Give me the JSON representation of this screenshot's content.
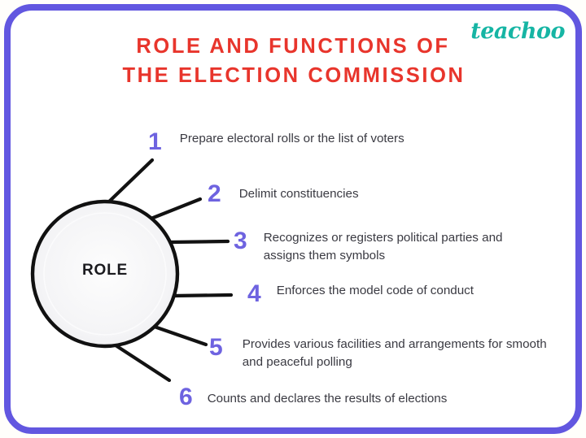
{
  "brand": {
    "name": "teachoo",
    "color": "#16b5a4"
  },
  "frame": {
    "color": "#6257e0"
  },
  "title": {
    "line1": "ROLE AND FUNCTIONS OF",
    "line2": "THE ELECTION COMMISSION",
    "color": "#e8352c"
  },
  "hub": {
    "label": "ROLE",
    "outline_color": "#111111",
    "fill_color": "#f5f5f7"
  },
  "number_color": "#6e63e0",
  "text_color": "#3a3a42",
  "items": [
    {
      "number": "1",
      "text": "Prepare electoral rolls or the list of voters"
    },
    {
      "number": "2",
      "text": "Delimit constituencies"
    },
    {
      "number": "3",
      "text": "Recognizes or registers political parties and assigns them symbols"
    },
    {
      "number": "4",
      "text": "Enforces the model code of conduct"
    },
    {
      "number": "5",
      "text": "Provides various facilities and arrangements for smooth and peaceful polling"
    },
    {
      "number": "6",
      "text": "Counts and declares the results of elections"
    }
  ]
}
